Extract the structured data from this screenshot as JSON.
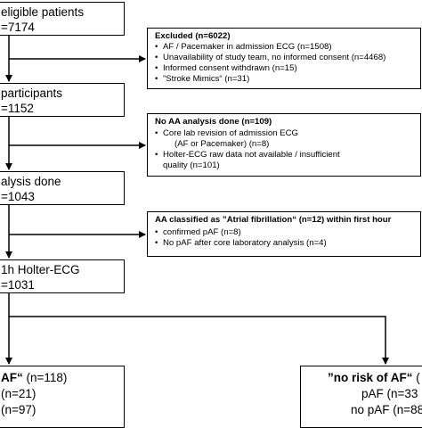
{
  "main_boxes": {
    "eligible": {
      "line1": "eligible patients",
      "line2": "=7174"
    },
    "participants": {
      "line1": "participants",
      "line2": "=1152"
    },
    "analysis": {
      "line1": "alysis done",
      "line2": "=1043"
    },
    "holter": {
      "line1": "1h Holter-ECG",
      "line2": "=1031"
    },
    "risk_paf": {
      "line1_bold": "AF“",
      "line1_rest": "(n=118)",
      "line2": "(n=21)",
      "line3": "(n=97)"
    },
    "no_risk": {
      "line1_bold": "”no risk of AF“",
      "line1_rest": "(",
      "line2": "pAF (n=33",
      "line3": "no pAF (n=88"
    }
  },
  "excluded": {
    "title": "Excluded (n=6022)",
    "items": [
      "AF / Pacemaker in admission ECG (n=1508)",
      "Unavailability of study team, no informed consent (n=4468)",
      "Informed consent withdrawn (n=15)",
      "”Stroke Mimics“ (n=31)"
    ]
  },
  "no_aa": {
    "title": "No AA analysis done (n=109)",
    "items": [
      "Core lab revision of admission ECG",
      "Holter-ECG raw data not available / insufficient"
    ],
    "cont": [
      "(AF or Pacemaker) (n=8)",
      "quality (n=101)"
    ]
  },
  "aa_classified": {
    "title": "AA classified as ”Atrial fibrillation“ (n=12) within first hour",
    "items": [
      "confirmed pAF (n=8)",
      "No pAF after core laboratory analysis (n=4)"
    ]
  }
}
